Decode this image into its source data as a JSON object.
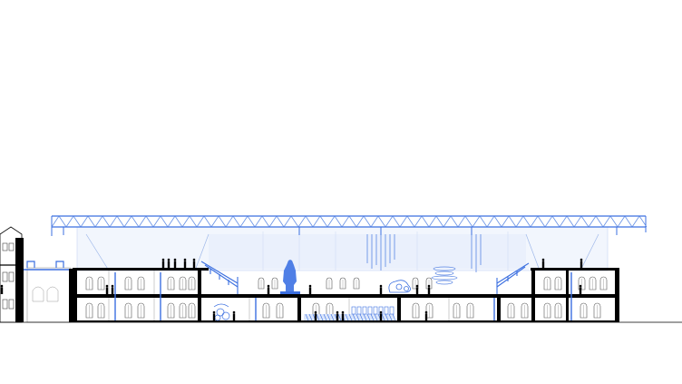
{
  "drawing": {
    "kind": "architectural-section",
    "colors": {
      "background": "#ffffff",
      "ink": "#000000",
      "accent_blue": "#3b6fe0",
      "light_blue": "#a9c2ef",
      "pale_blue": "#e3ecfb",
      "grey_line": "#9a9a9a"
    },
    "elements": [
      "roof-truss",
      "existing-building-left",
      "section-floor-slabs",
      "arched-windows",
      "staircases",
      "statue",
      "human-figures",
      "ground-line"
    ]
  }
}
